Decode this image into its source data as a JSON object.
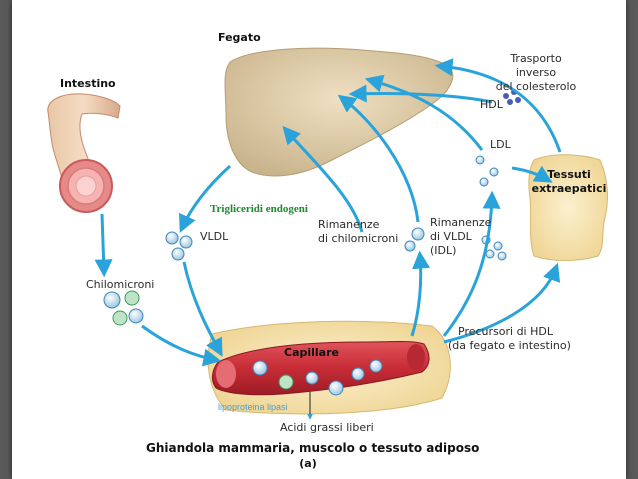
{
  "organs": {
    "liver": "Fegato",
    "intestine": "Intestino",
    "tissues_line1": "Tessuti",
    "tissues_line2": "extraepatici",
    "capillary": "Capillare"
  },
  "particles": {
    "vldl": "VLDL",
    "chylomicrons": "Chilomicroni",
    "chylo_remnants_line1": "Rimanenze",
    "chylo_remnants_line2": "di chilomicroni",
    "vldl_remnants_line1": "Rimanenze",
    "vldl_remnants_line2": "di VLDL",
    "vldl_remnants_line3": "(IDL)",
    "ldl": "LDL",
    "hdl": "HDL",
    "reverse_line1": "Trasporto",
    "reverse_line2": "inverso",
    "reverse_line3": "del colesterolo",
    "hdl_prec_line1": "Precursori di HDL",
    "hdl_prec_line2": "(da fegato e intestino)"
  },
  "annotations": {
    "endogenous_tg": "Trigliceridi endogeni",
    "lipase": "lipoproteina lipasi",
    "fatty_acids": "Acidi grassi liberi"
  },
  "footer": {
    "caption": "Ghiandola mammaria, muscolo o tessuto adiposo",
    "panel": "(a)"
  },
  "colors": {
    "arrow": "#2aa3db",
    "liver": "#d9c6a2",
    "tissue": "#f3dfa8",
    "vessel": "#c8323c",
    "intestine": "#e7a98a",
    "green_label": "#1c8a2e"
  }
}
